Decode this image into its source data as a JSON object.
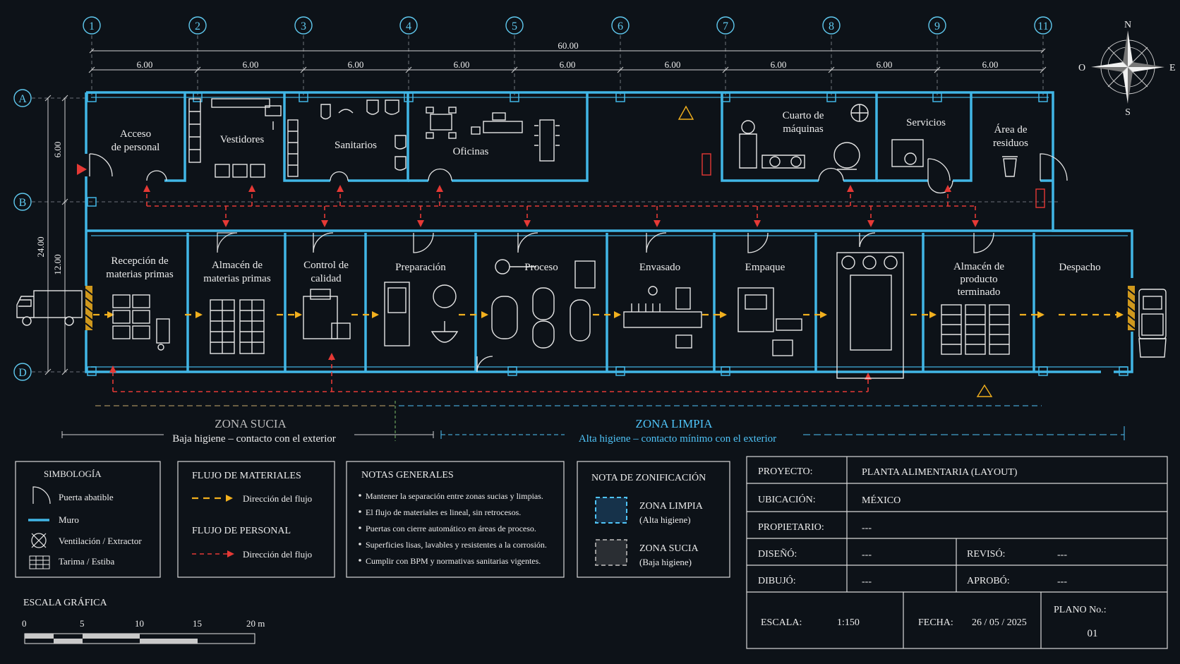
{
  "axes": {
    "columns": [
      "1",
      "2",
      "3",
      "4",
      "5",
      "6",
      "7",
      "8",
      "9",
      "11"
    ],
    "rows": [
      "A",
      "B",
      "D"
    ]
  },
  "dimensions": {
    "total": "60.00",
    "bays": [
      "6.00",
      "6.00",
      "6.00",
      "6.00",
      "6.00",
      "6.00",
      "6.00",
      "6.00",
      "6.00"
    ],
    "left_outer": "24.00",
    "left_top": "6.00",
    "left_bottom": "12.00"
  },
  "compass": {
    "n": "N",
    "s": "S",
    "e": "E",
    "w": "O"
  },
  "rooms_top": [
    {
      "lines": [
        "Acceso",
        "de personal"
      ]
    },
    {
      "lines": [
        "Vestidores"
      ]
    },
    {
      "lines": [
        "Sanitarios"
      ]
    },
    {
      "lines": [
        "Oficinas"
      ]
    },
    {
      "lines": [
        "Cuarto de",
        "máquinas"
      ]
    },
    {
      "lines": [
        "Servicios"
      ]
    },
    {
      "lines": [
        "Área de",
        "residuos"
      ]
    }
  ],
  "rooms_bottom": [
    {
      "lines": [
        "Recepción de",
        "materias primas"
      ]
    },
    {
      "lines": [
        "Almacén de",
        "materias primas"
      ]
    },
    {
      "lines": [
        "Control de",
        "calidad"
      ]
    },
    {
      "lines": [
        "Preparación"
      ]
    },
    {
      "lines": [
        "Proceso"
      ]
    },
    {
      "lines": [
        "Envasado"
      ]
    },
    {
      "lines": [
        "Empaque"
      ]
    },
    {
      "lines": [
        "Almacén de",
        "producto",
        "terminado"
      ]
    },
    {
      "lines": [
        "Despacho"
      ]
    }
  ],
  "zones": {
    "dirty_title": "ZONA SUCIA",
    "dirty_sub": "Baja higiene – contacto con el exterior",
    "clean_title": "ZONA LIMPIA",
    "clean_sub": "Alta higiene – contacto mínimo con el exterior"
  },
  "legend": {
    "title": "SIMBOLOGÍA",
    "items": [
      "Puerta abatible",
      "Muro",
      "Ventilación / Extractor",
      "Tarima / Estiba"
    ]
  },
  "flows": {
    "materials_title": "FLUJO DE MATERIALES",
    "materials_label": "Dirección del flujo",
    "personnel_title": "FLUJO DE PERSONAL",
    "personnel_label": "Dirección del flujo"
  },
  "notes": {
    "title": "NOTAS GENERALES",
    "items": [
      "Mantener la separación entre zonas sucias y limpias.",
      "El flujo de materiales es lineal, sin retrocesos.",
      "Puertas con cierre automático en áreas de proceso.",
      "Superficies lisas, lavables y resistentes a la corrosión.",
      "Cumplir con BPM y normativas sanitarias vigentes."
    ]
  },
  "zoning": {
    "title": "NOTA DE ZONIFICACIÓN",
    "clean": "ZONA LIMPIA",
    "clean_sub": "(Alta higiene)",
    "dirty": "ZONA SUCIA",
    "dirty_sub": "(Baja higiene)"
  },
  "scale_bar": {
    "title": "ESCALA GRÁFICA",
    "ticks": [
      "0",
      "5",
      "10",
      "15",
      "20 m"
    ]
  },
  "title_block": {
    "project_label": "PROYECTO:",
    "project": "PLANTA ALIMENTARIA (LAYOUT)",
    "location_label": "UBICACIÓN:",
    "location": "MÉXICO",
    "owner_label": "PROPIETARIO:",
    "owner": "---",
    "design_label": "DISEÑÓ:",
    "design": "---",
    "reviewed_label": "REVISÓ:",
    "reviewed": "---",
    "drawn_label": "DIBUJÓ:",
    "drawn": "---",
    "approved_label": "APROBÓ:",
    "approved": "---",
    "scale_label": "ESCALA:",
    "scale": "1:150",
    "date_label": "FECHA:",
    "date": "26 / 05 / 2025",
    "sheet_label": "PLANO No.:",
    "sheet": "01"
  },
  "colors": {
    "wall": "#41b6e6",
    "material_flow": "#f2b01e",
    "personnel_flow": "#e53935",
    "clean_zone": "#4fc3f7"
  }
}
